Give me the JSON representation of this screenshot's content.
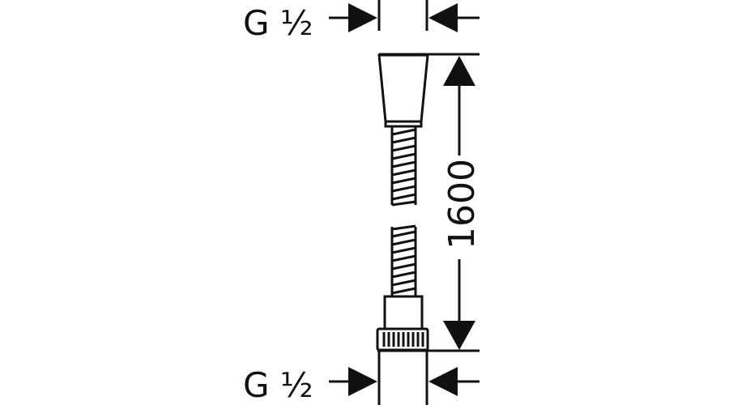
{
  "diagram": {
    "top_thread_label": "G ½",
    "bottom_thread_label": "G ½",
    "length_dimension": "1600"
  },
  "colors": {
    "line": "#111111",
    "background": "#ffffff"
  }
}
